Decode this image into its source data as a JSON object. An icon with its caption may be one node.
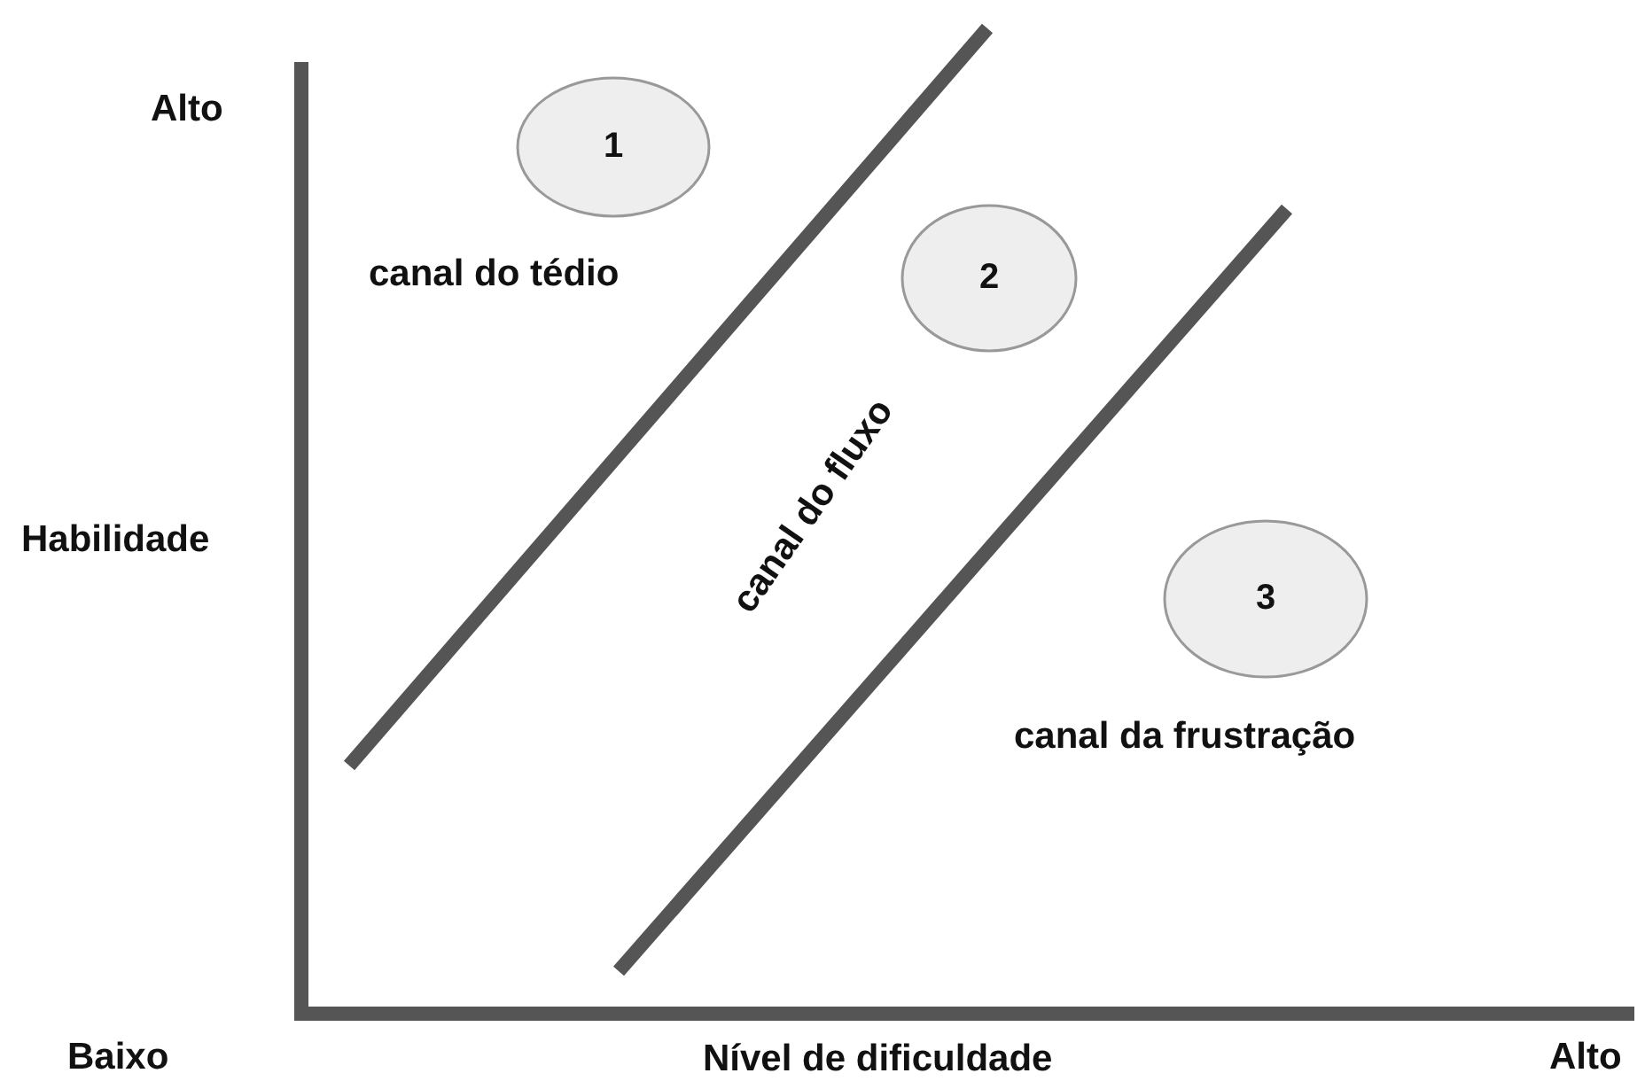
{
  "diagram": {
    "nodes": [
      {
        "text": [
          "1"
        ]
      },
      {
        "text": [
          "2"
        ]
      },
      {
        "text": [
          "3"
        ]
      }
    ],
    "labels": [
      "Alto",
      "canal do tédio",
      "Habilidade",
      "canal do fluxo",
      "canal da frustração",
      "Baixo",
      "Nível de dificuldade",
      "Alto"
    ]
  }
}
